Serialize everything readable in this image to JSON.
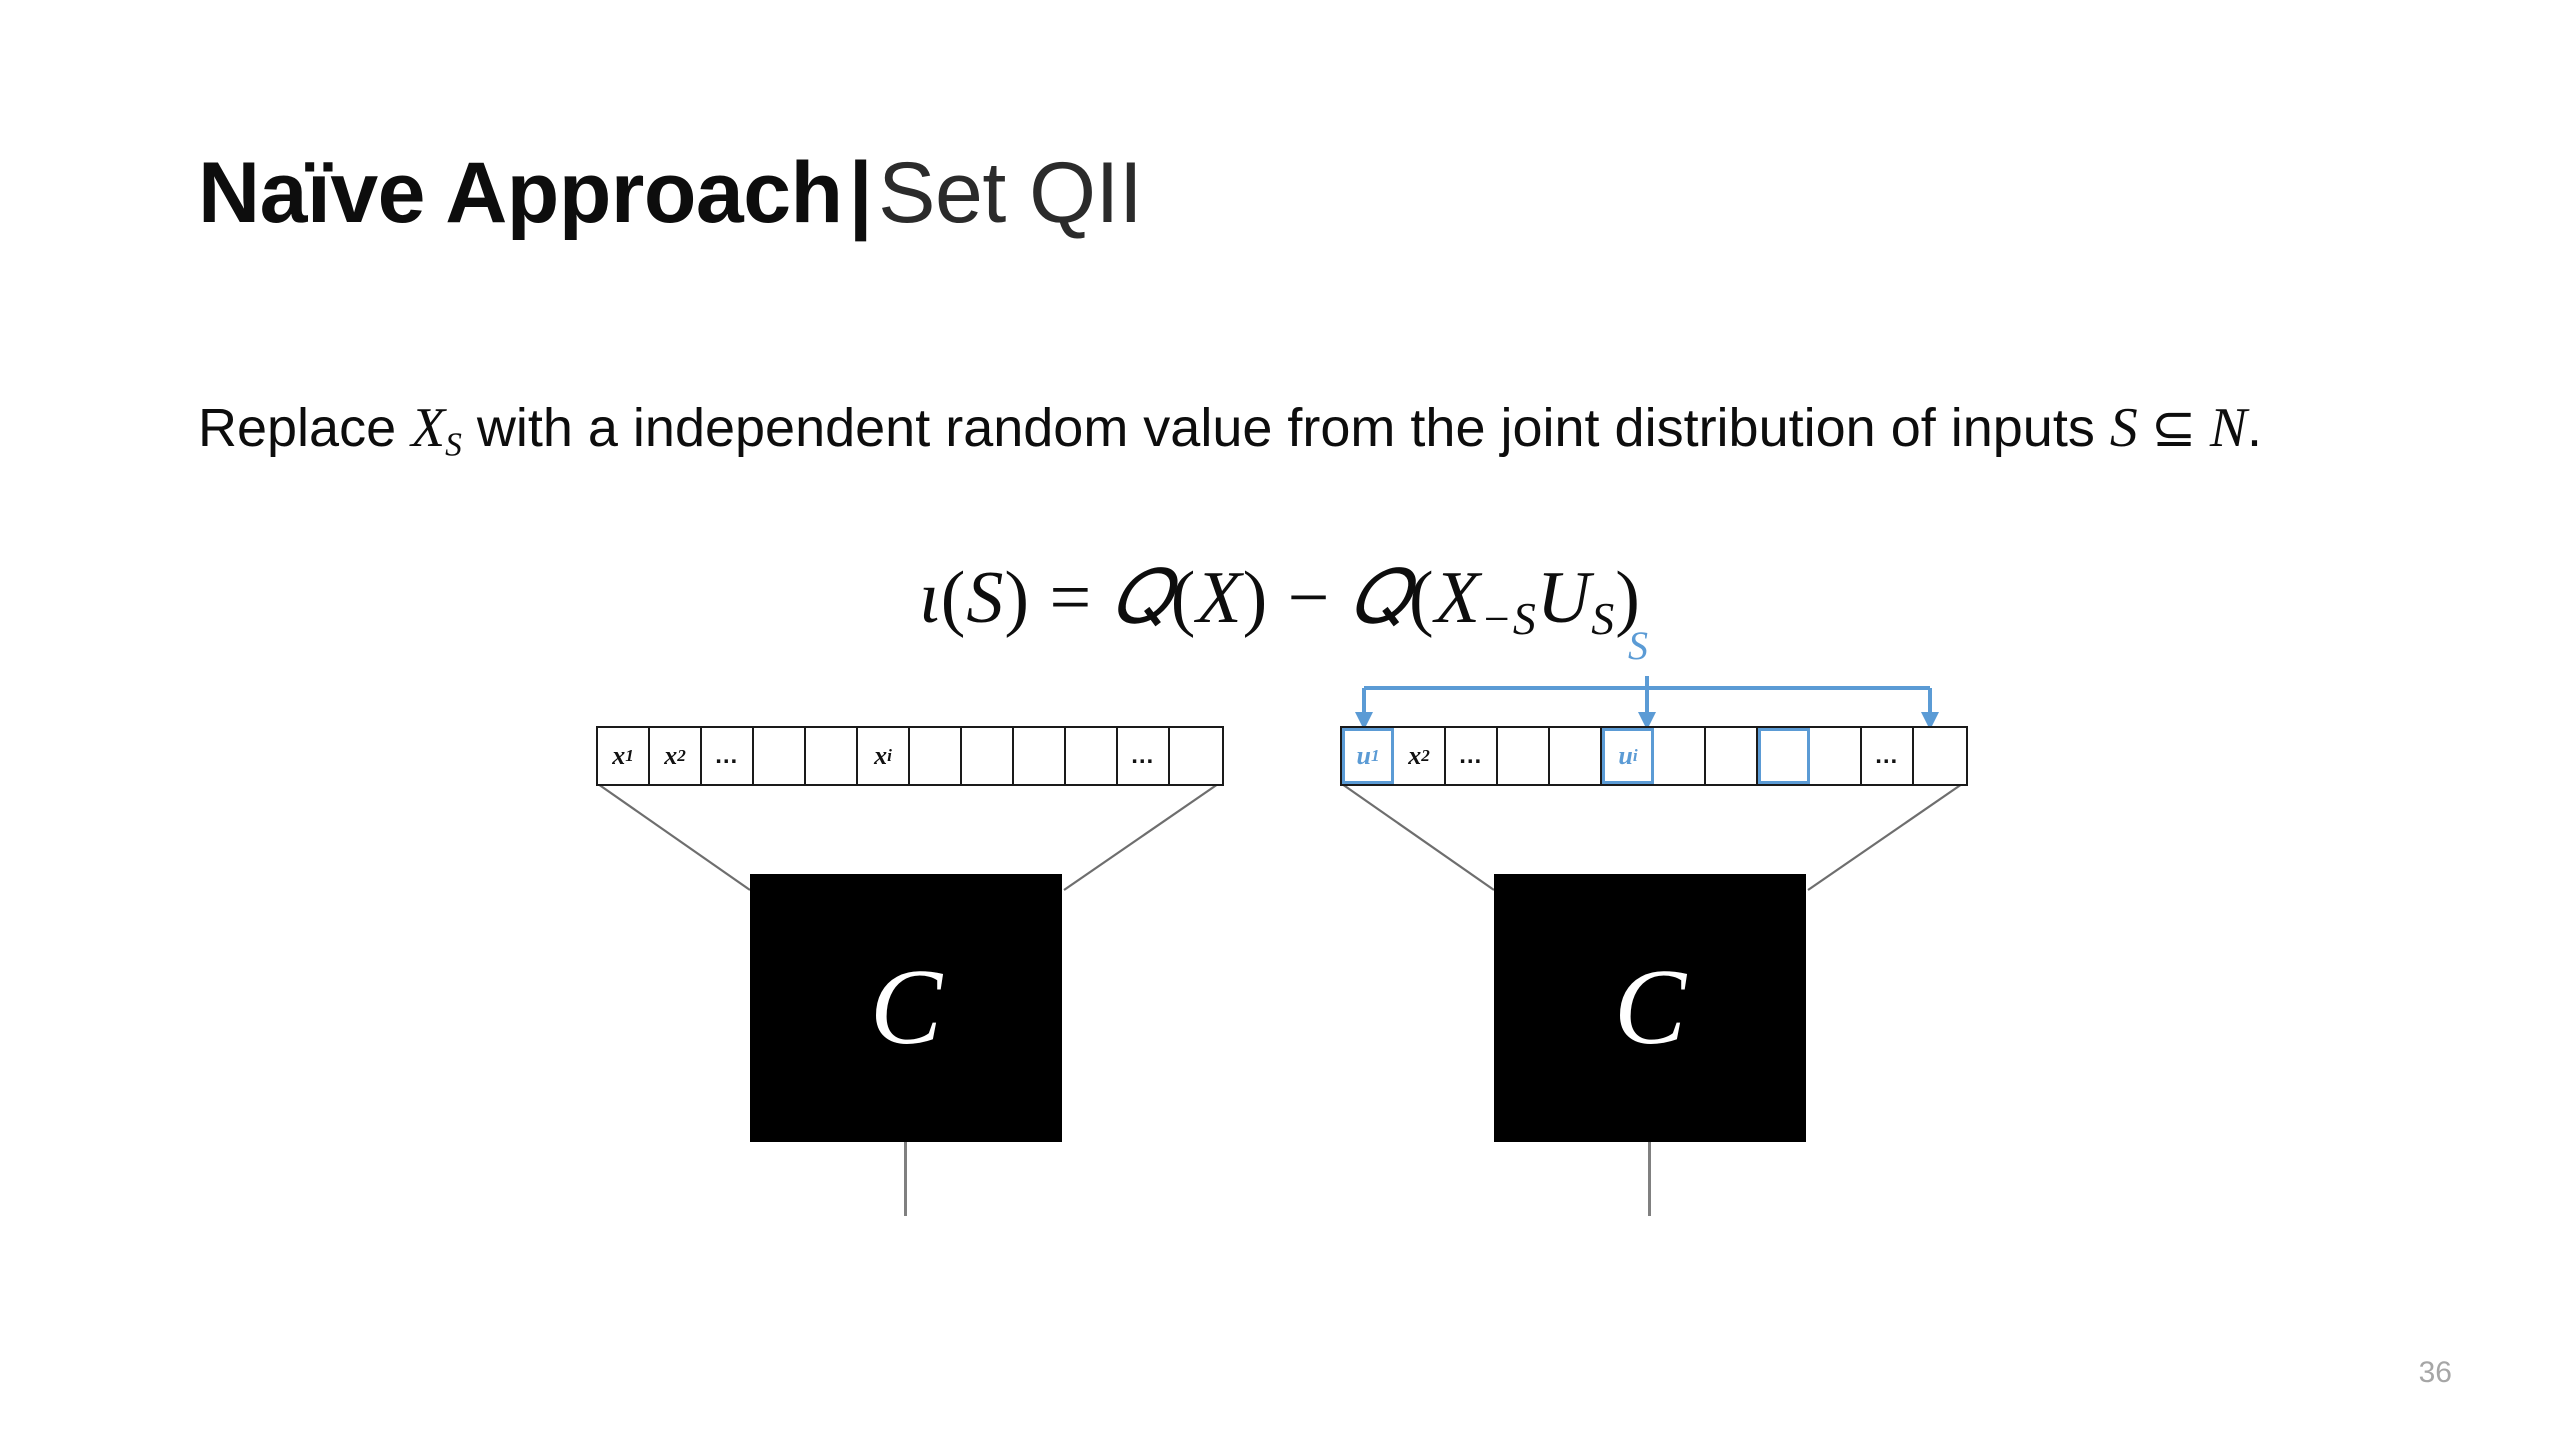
{
  "slide": {
    "background": "#ffffff",
    "accent_blue": "#5B9BD5",
    "number": "36"
  },
  "title": {
    "main": "Naïve Approach",
    "separator": "|",
    "sub": "Set QII"
  },
  "body": {
    "line1_a": "Replace ",
    "line1_var": "X",
    "line1_var_sub": "S",
    "line1_b": " with a independent random value from the joint distribution",
    "line2_a": "of inputs ",
    "line2_var1": "S",
    "line2_op": " ⊆ ",
    "line2_var2": "N",
    "line2_b": "."
  },
  "formula": {
    "iota": "ι",
    "open1": "(",
    "arg1": "S",
    "close1": ")",
    "equals": "=",
    "q1": "𝑄",
    "open2": "(",
    "arg2": "X",
    "close2": ")",
    "minus": "−",
    "q2": "𝑄",
    "open3": "(",
    "arg3": "X",
    "arg3_sub": "−S",
    "arg4": "U",
    "arg4_sub": "S",
    "close3": ")",
    "full_text": "ι(S) = Q(X) − Q(X−S US)"
  },
  "diagram": {
    "left_panel": {
      "label": "original-input",
      "cells": [
        {
          "text": "x",
          "sub": "1",
          "kind": "math",
          "selected": false
        },
        {
          "text": "x",
          "sub": "2",
          "kind": "math",
          "selected": false
        },
        {
          "text": "…",
          "sub": "",
          "kind": "dots",
          "selected": false
        },
        {
          "text": "",
          "sub": "",
          "kind": "empty",
          "selected": false
        },
        {
          "text": "",
          "sub": "",
          "kind": "empty",
          "selected": false
        },
        {
          "text": "x",
          "sub": "i",
          "kind": "math",
          "selected": false
        },
        {
          "text": "",
          "sub": "",
          "kind": "empty",
          "selected": false
        },
        {
          "text": "",
          "sub": "",
          "kind": "empty",
          "selected": false
        },
        {
          "text": "",
          "sub": "",
          "kind": "empty",
          "selected": false
        },
        {
          "text": "",
          "sub": "",
          "kind": "empty",
          "selected": false
        },
        {
          "text": "…",
          "sub": "",
          "kind": "dots",
          "selected": false
        },
        {
          "text": "",
          "sub": "",
          "kind": "empty",
          "selected": false
        }
      ],
      "box_letter": "C"
    },
    "right_panel": {
      "label": "intervened-input",
      "bracket_label": "S",
      "arrow_cell_indices": [
        0,
        5,
        8
      ],
      "cells": [
        {
          "text": "u",
          "sub": "1",
          "kind": "math",
          "selected": true
        },
        {
          "text": "x",
          "sub": "2",
          "kind": "math",
          "selected": false
        },
        {
          "text": "…",
          "sub": "",
          "kind": "dots",
          "selected": false
        },
        {
          "text": "",
          "sub": "",
          "kind": "empty",
          "selected": false
        },
        {
          "text": "",
          "sub": "",
          "kind": "empty",
          "selected": false
        },
        {
          "text": "u",
          "sub": "i",
          "kind": "math",
          "selected": true
        },
        {
          "text": "",
          "sub": "",
          "kind": "empty",
          "selected": false
        },
        {
          "text": "",
          "sub": "",
          "kind": "empty",
          "selected": false
        },
        {
          "text": "",
          "sub": "",
          "kind": "empty",
          "selected": true
        },
        {
          "text": "",
          "sub": "",
          "kind": "empty",
          "selected": false
        },
        {
          "text": "…",
          "sub": "",
          "kind": "dots",
          "selected": false
        },
        {
          "text": "",
          "sub": "",
          "kind": "empty",
          "selected": false
        }
      ],
      "box_letter": "C"
    }
  }
}
